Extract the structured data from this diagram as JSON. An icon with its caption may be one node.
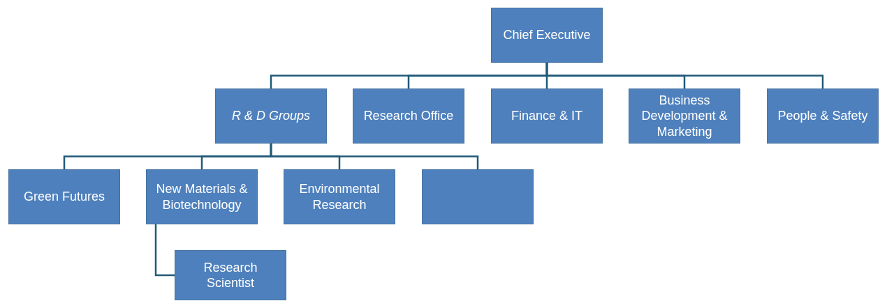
{
  "diagram": {
    "nodes": [
      {
        "text": [
          "Chief Executive"
        ]
      },
      {
        "text": [
          "R & D Groups"
        ]
      },
      {
        "text": [
          "Research Office"
        ]
      },
      {
        "text": [
          "Finance & IT"
        ]
      },
      {
        "text": [
          "Business Development & Marketing"
        ]
      },
      {
        "text": [
          "People & Safety"
        ]
      },
      {
        "text": [
          "Green Futures"
        ]
      },
      {
        "text": [
          "New Materials & Biotechnology"
        ]
      },
      {
        "text": [
          "Environmental Research"
        ]
      },
      {
        "text": [],
        "shape": "box"
      },
      {
        "text": [
          "Research Scientist"
        ]
      }
    ],
    "edges": [
      {
        "from": 0,
        "to": 1,
        "arrow": "none"
      },
      {
        "from": 0,
        "to": 2,
        "arrow": "none"
      },
      {
        "from": 0,
        "to": 3,
        "arrow": "none"
      },
      {
        "from": 0,
        "to": 4,
        "arrow": "none"
      },
      {
        "from": 0,
        "to": 5,
        "arrow": "none"
      },
      {
        "from": 1,
        "to": 6,
        "arrow": "none"
      },
      {
        "from": 1,
        "to": 7,
        "arrow": "none"
      },
      {
        "from": 1,
        "to": 8,
        "arrow": "none"
      },
      {
        "from": 1,
        "to": 9,
        "arrow": "none"
      },
      {
        "from": 7,
        "to": 10,
        "arrow": "none"
      }
    ]
  }
}
